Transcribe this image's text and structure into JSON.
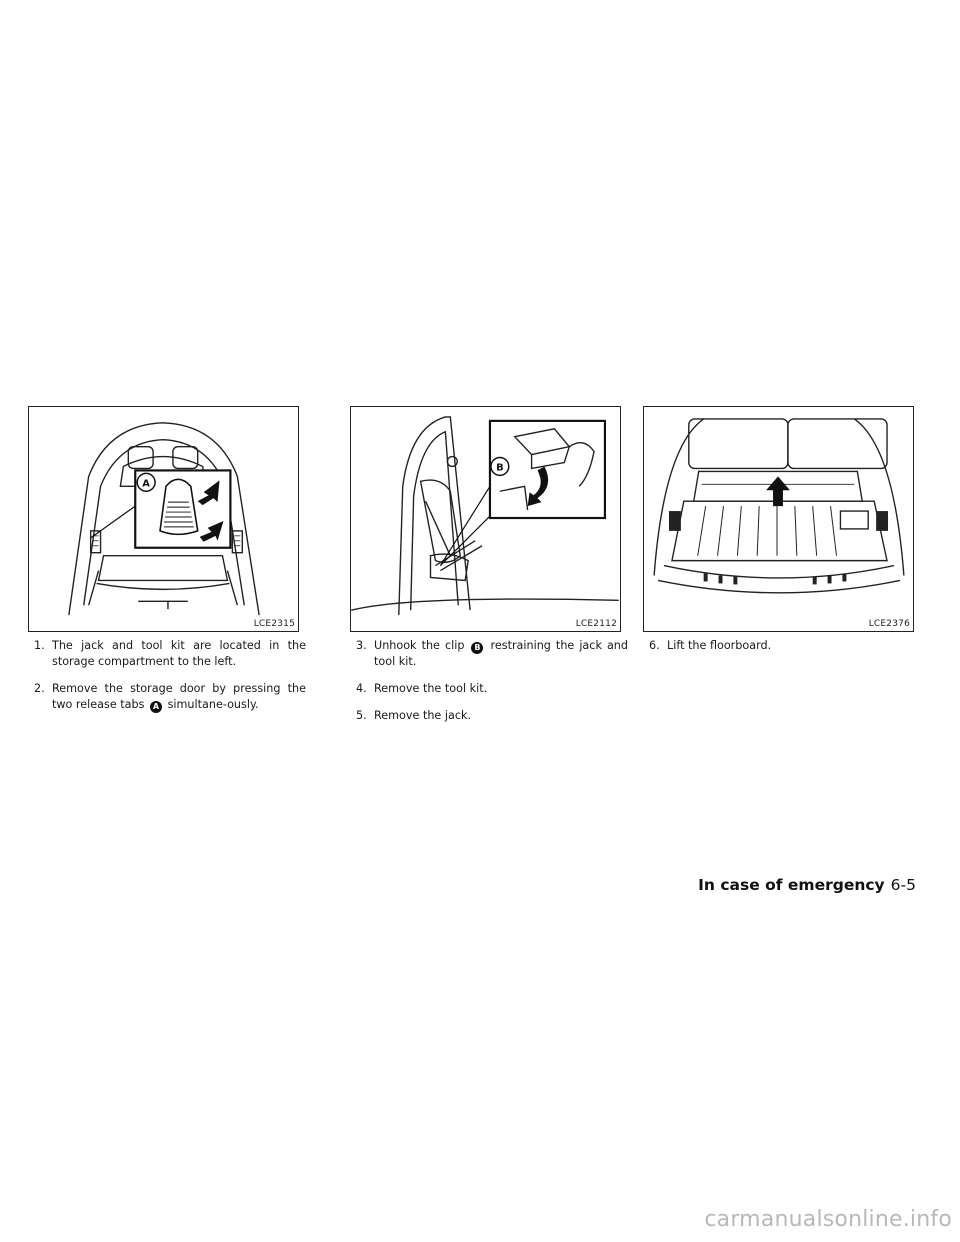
{
  "figures": [
    {
      "code": "LCE2315",
      "callout": "A"
    },
    {
      "code": "LCE2112",
      "callout": "B"
    },
    {
      "code": "LCE2376"
    }
  ],
  "columns": [
    {
      "steps": [
        {
          "num": "1.",
          "text": "The jack and tool kit are located in the storage compartment to the left."
        },
        {
          "num": "2.",
          "before": "Remove the storage door by pressing the two release tabs",
          "marker": "A",
          "after": "simultane-ously."
        }
      ]
    },
    {
      "steps": [
        {
          "num": "3.",
          "before": "Unhook the clip",
          "marker": "B",
          "after": "restraining the jack and tool kit."
        },
        {
          "num": "4.",
          "text": "Remove the tool kit."
        },
        {
          "num": "5.",
          "text": "Remove the jack."
        }
      ]
    },
    {
      "steps": [
        {
          "num": "6.",
          "text": "Lift the floorboard."
        }
      ]
    }
  ],
  "footer": {
    "section": "In case of emergency",
    "page": "6-5"
  },
  "watermark": "carmanualsonline.info"
}
